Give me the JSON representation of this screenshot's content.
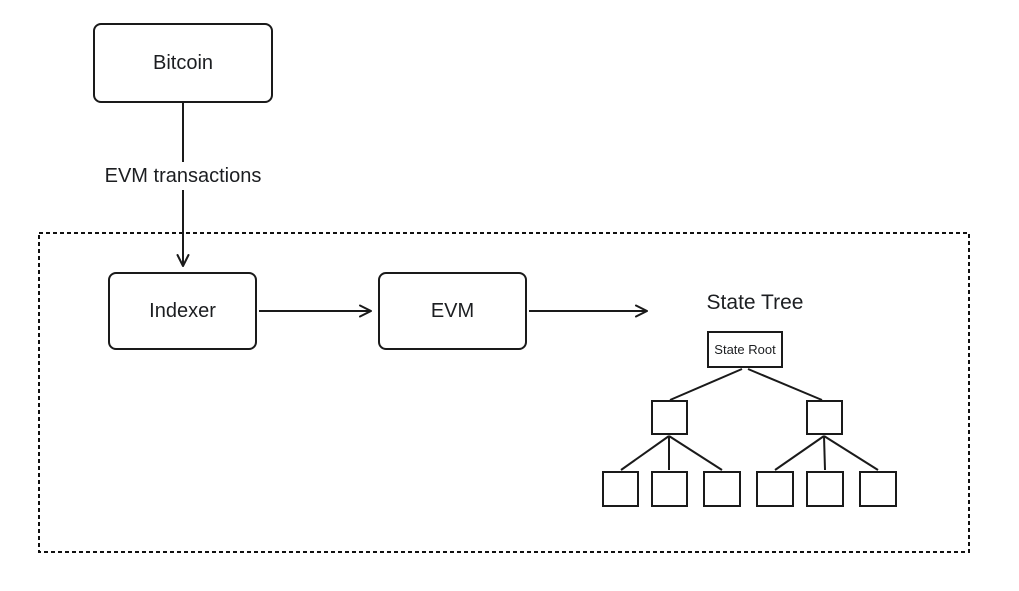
{
  "diagram": {
    "nodes": {
      "bitcoin": {
        "label": "Bitcoin"
      },
      "indexer": {
        "label": "Indexer"
      },
      "evm": {
        "label": "EVM"
      }
    },
    "edge_labels": {
      "bitcoin_to_indexer": "EVM transactions"
    },
    "state_tree": {
      "title": "State Tree",
      "root": {
        "label": "State Root"
      },
      "branch_count": 2,
      "leaves_per_branch": 3
    },
    "flow": [
      "Bitcoin",
      "Indexer",
      "EVM",
      "State Tree"
    ],
    "colors": {
      "stroke": "#1a1a1a",
      "text": "#1c1e21",
      "background": "#ffffff"
    }
  }
}
